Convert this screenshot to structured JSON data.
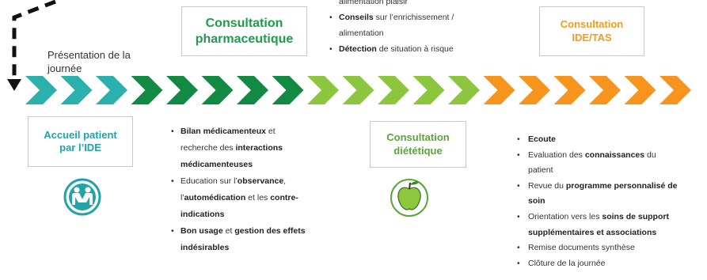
{
  "intro": {
    "text": "Présentation de la journée"
  },
  "steps": {
    "accueil": {
      "title_line1": "Accueil patient",
      "title_line2": "par l’IDE",
      "color": "#22a3a8"
    },
    "pharma": {
      "title_line1": "Consultation",
      "title_line2": "pharmaceutique",
      "color": "#1f9b4b"
    },
    "diet": {
      "title_line1": "Consultation",
      "title_line2": "diététique",
      "color": "#5aa53a"
    },
    "ide_tas": {
      "title_line1": "Consultation",
      "title_line2": "IDE/TAS",
      "color": "#f49a1c"
    }
  },
  "chevron_colors": [
    "#2bb0ac",
    "#2bb0ac",
    "#2bb0ac",
    "#128a43",
    "#128a43",
    "#128a43",
    "#128a43",
    "#128a43",
    "#8cc63f",
    "#8cc63f",
    "#8cc63f",
    "#8cc63f",
    "#8cc63f",
    "#f7941d",
    "#f7941d",
    "#f7941d",
    "#f7941d",
    "#f7941d",
    "#f7941d"
  ],
  "diet_top_items": [
    {
      "bold": "",
      "text": "alimentation plaisir"
    },
    {
      "bold": "Conseils",
      "text": " sur l’enrichissement /"
    },
    {
      "bold": "",
      "text": "alimentation"
    },
    {
      "bold": "Détection",
      "text": " de situation à risque"
    }
  ],
  "pharma_items": {
    "l1_bold": "Bilan médicamenteux",
    "l1_text": " et",
    "l2_text": "recherche des ",
    "l2_bold": "interactions",
    "l3_bold": "médicamenteuses",
    "l4_text": "Education sur l’",
    "l4_bold": "observance",
    "l4_tail": ",",
    "l5_text_pre": "l’",
    "l5_bold": "automédication",
    "l5_text": " et les ",
    "l5_bold2": "contre-",
    "l6_bold": "indications",
    "l7_bold": "Bon usage",
    "l7_text": " et ",
    "l7_bold2": "gestion des effets",
    "l8_bold": "indésirables"
  },
  "ide_items": {
    "i1_bold": "Ecoute",
    "i2_text": "Evaluation des ",
    "i2_bold": "connaissances",
    "i2_tail": " du",
    "i3_text": "patient",
    "i4_text": "Revue du ",
    "i4_bold": "programme personnalisé de",
    "i5_bold": "soin",
    "i6_text": "Orientation vers les ",
    "i6_bold": "soins de support",
    "i7_bold": "supplémentaires et associations",
    "i8_text": "Remise documents synthèse",
    "i9_text": "Clôture de la journée"
  },
  "icons": {
    "people": "people-icon",
    "apple": "apple-icon",
    "arrow": "dashed-arrow-icon"
  }
}
